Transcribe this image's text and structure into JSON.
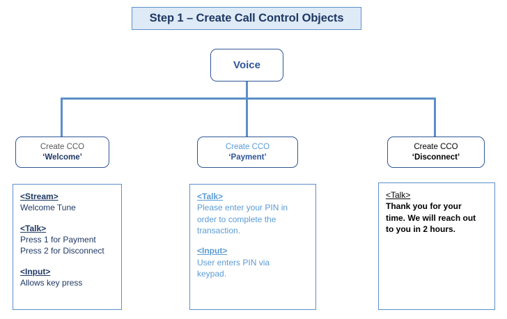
{
  "title": {
    "text": "Step 1 – Create Call Control Objects",
    "fill_color": "#DEEAF6",
    "border_color": "#5B8FC9",
    "text_color": "#1F3864"
  },
  "root_node": {
    "label": "Voice",
    "border_color": "#2F5597",
    "text_color": "#2F5597"
  },
  "connector_color": "#5B8FC9",
  "branches": [
    {
      "node": {
        "kind": "Create CCO",
        "name": "‘Welcome’",
        "kind_color": "#595959",
        "name_color": "#1F3864"
      },
      "detail": {
        "text_color": "#1F3864",
        "segments": [
          {
            "tag": "<Stream>",
            "lines": [
              "Welcome Tune"
            ]
          },
          {
            "tag": "<Talk>",
            "lines": [
              "Press 1 for Payment",
              "Press 2 for Disconnect"
            ]
          },
          {
            "tag": "<Input>",
            "lines": [
              "Allows key press"
            ]
          }
        ]
      }
    },
    {
      "node": {
        "kind": "Create CCO",
        "name": "‘Payment’",
        "kind_color": "#5B9BD5",
        "name_color": "#2F5597"
      },
      "detail": {
        "text_color": "#5B9BD5",
        "segments": [
          {
            "tag": "<Talk>",
            "lines": [
              "Please enter your PIN in",
              "order to complete the",
              "transaction."
            ]
          },
          {
            "tag": "<Input>",
            "lines": [
              "User enters PIN via",
              "keypad."
            ]
          }
        ]
      }
    },
    {
      "node": {
        "kind": "Create CCO",
        "name": "‘Disconnect’",
        "kind_color": "#000000",
        "name_color": "#000000"
      },
      "detail": {
        "text_color": "#000000",
        "segments": [
          {
            "tag": "<Talk>",
            "lines": [
              "Thank you for your",
              "time. We will reach out",
              "to you in 2 hours."
            ]
          }
        ]
      }
    }
  ]
}
